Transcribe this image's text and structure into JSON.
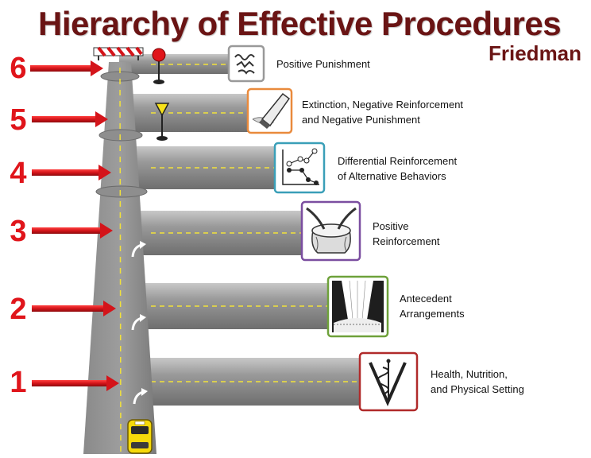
{
  "title": "Hierarchy of Effective Procedures",
  "author": "Friedman",
  "levels": [
    {
      "number": "1",
      "line1": "Health, Nutrition,",
      "line2": "and Physical Setting",
      "icon": "caduceus-icon"
    },
    {
      "number": "2",
      "line1": "Antecedent",
      "line2": "Arrangements",
      "icon": "stage-curtain-icon"
    },
    {
      "number": "3",
      "line1": "Positive",
      "line2": "Reinforcement",
      "icon": "treat-bag-icon"
    },
    {
      "number": "4",
      "line1": "Differential Reinforcement",
      "line2": "of Alternative Behaviors",
      "icon": "line-graph-icon"
    },
    {
      "number": "5",
      "line1": "Extinction, Negative Reinforcement",
      "line2": "and Negative Punishment",
      "icon": "eraser-icon"
    },
    {
      "number": "6",
      "line1": "Positive Punishment",
      "line2": "",
      "icon": "scribble-icon"
    }
  ],
  "colors": {
    "title": "#6a1414",
    "number": "#e0151b",
    "arrow": "#d4141a",
    "road": "#8d8d8d",
    "lane": "#f2e23a",
    "level1_frame": "#b02a2a",
    "level2_frame": "#6ea13a",
    "level3_frame": "#7b4ea0",
    "level4_frame": "#3a9fb8",
    "level5_frame": "#e98a3c",
    "level6_frame": "#999999"
  }
}
